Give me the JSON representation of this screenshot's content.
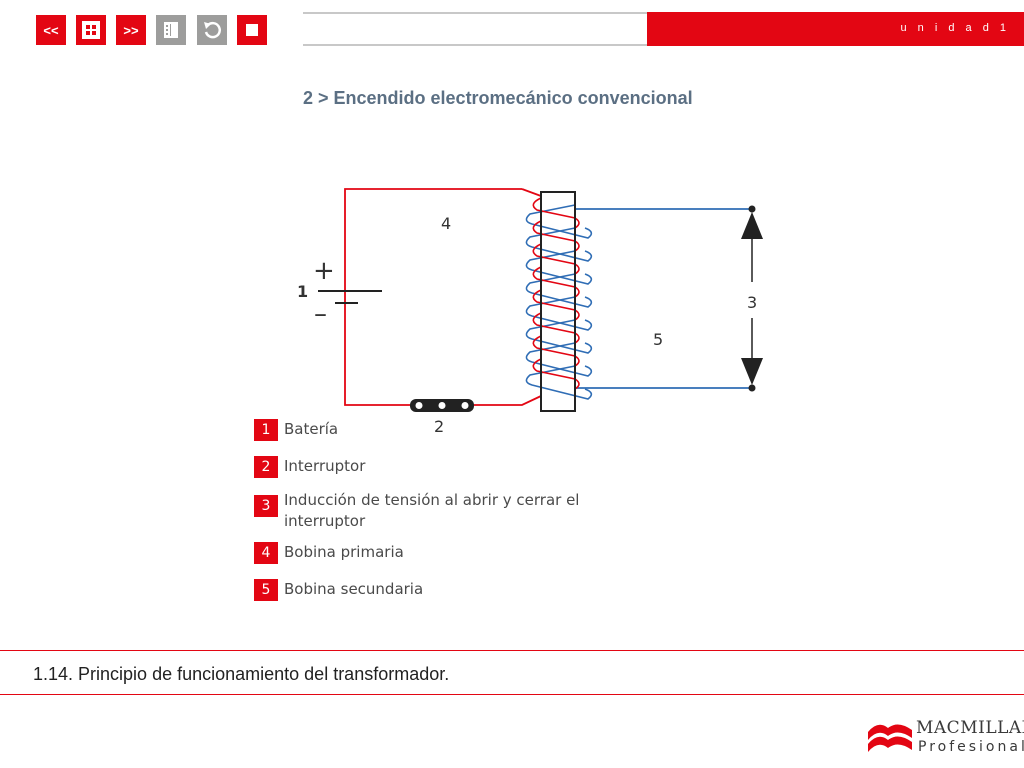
{
  "nav": {
    "prev_label": "<<",
    "next_label": ">>",
    "icons": [
      "home-icon",
      "index-icon",
      "return-icon",
      "stop-icon"
    ]
  },
  "header": {
    "unit_label": "u n i d a d  1",
    "title": "2 > Encendido electromecánico convencional"
  },
  "diagram": {
    "labels": {
      "n1": "1",
      "n2": "2",
      "n3": "3",
      "n4": "4",
      "n5": "5",
      "plus": "+",
      "minus": "–"
    },
    "colors": {
      "primary": "#e30613",
      "secondary": "#2f6db5",
      "core": "#222222"
    }
  },
  "legend": [
    {
      "num": "1",
      "text": "Batería"
    },
    {
      "num": "2",
      "text": "Interruptor"
    },
    {
      "num": "3",
      "text": "Inducción de tensión al abrir y cerrar el interruptor"
    },
    {
      "num": "4",
      "text": "Bobina primaria"
    },
    {
      "num": "5",
      "text": "Bobina secundaria"
    }
  ],
  "caption": "1.14. Principio de funcionamiento del transformador.",
  "logo": {
    "line1": "MACMILLAN",
    "line2": "Profesional"
  }
}
